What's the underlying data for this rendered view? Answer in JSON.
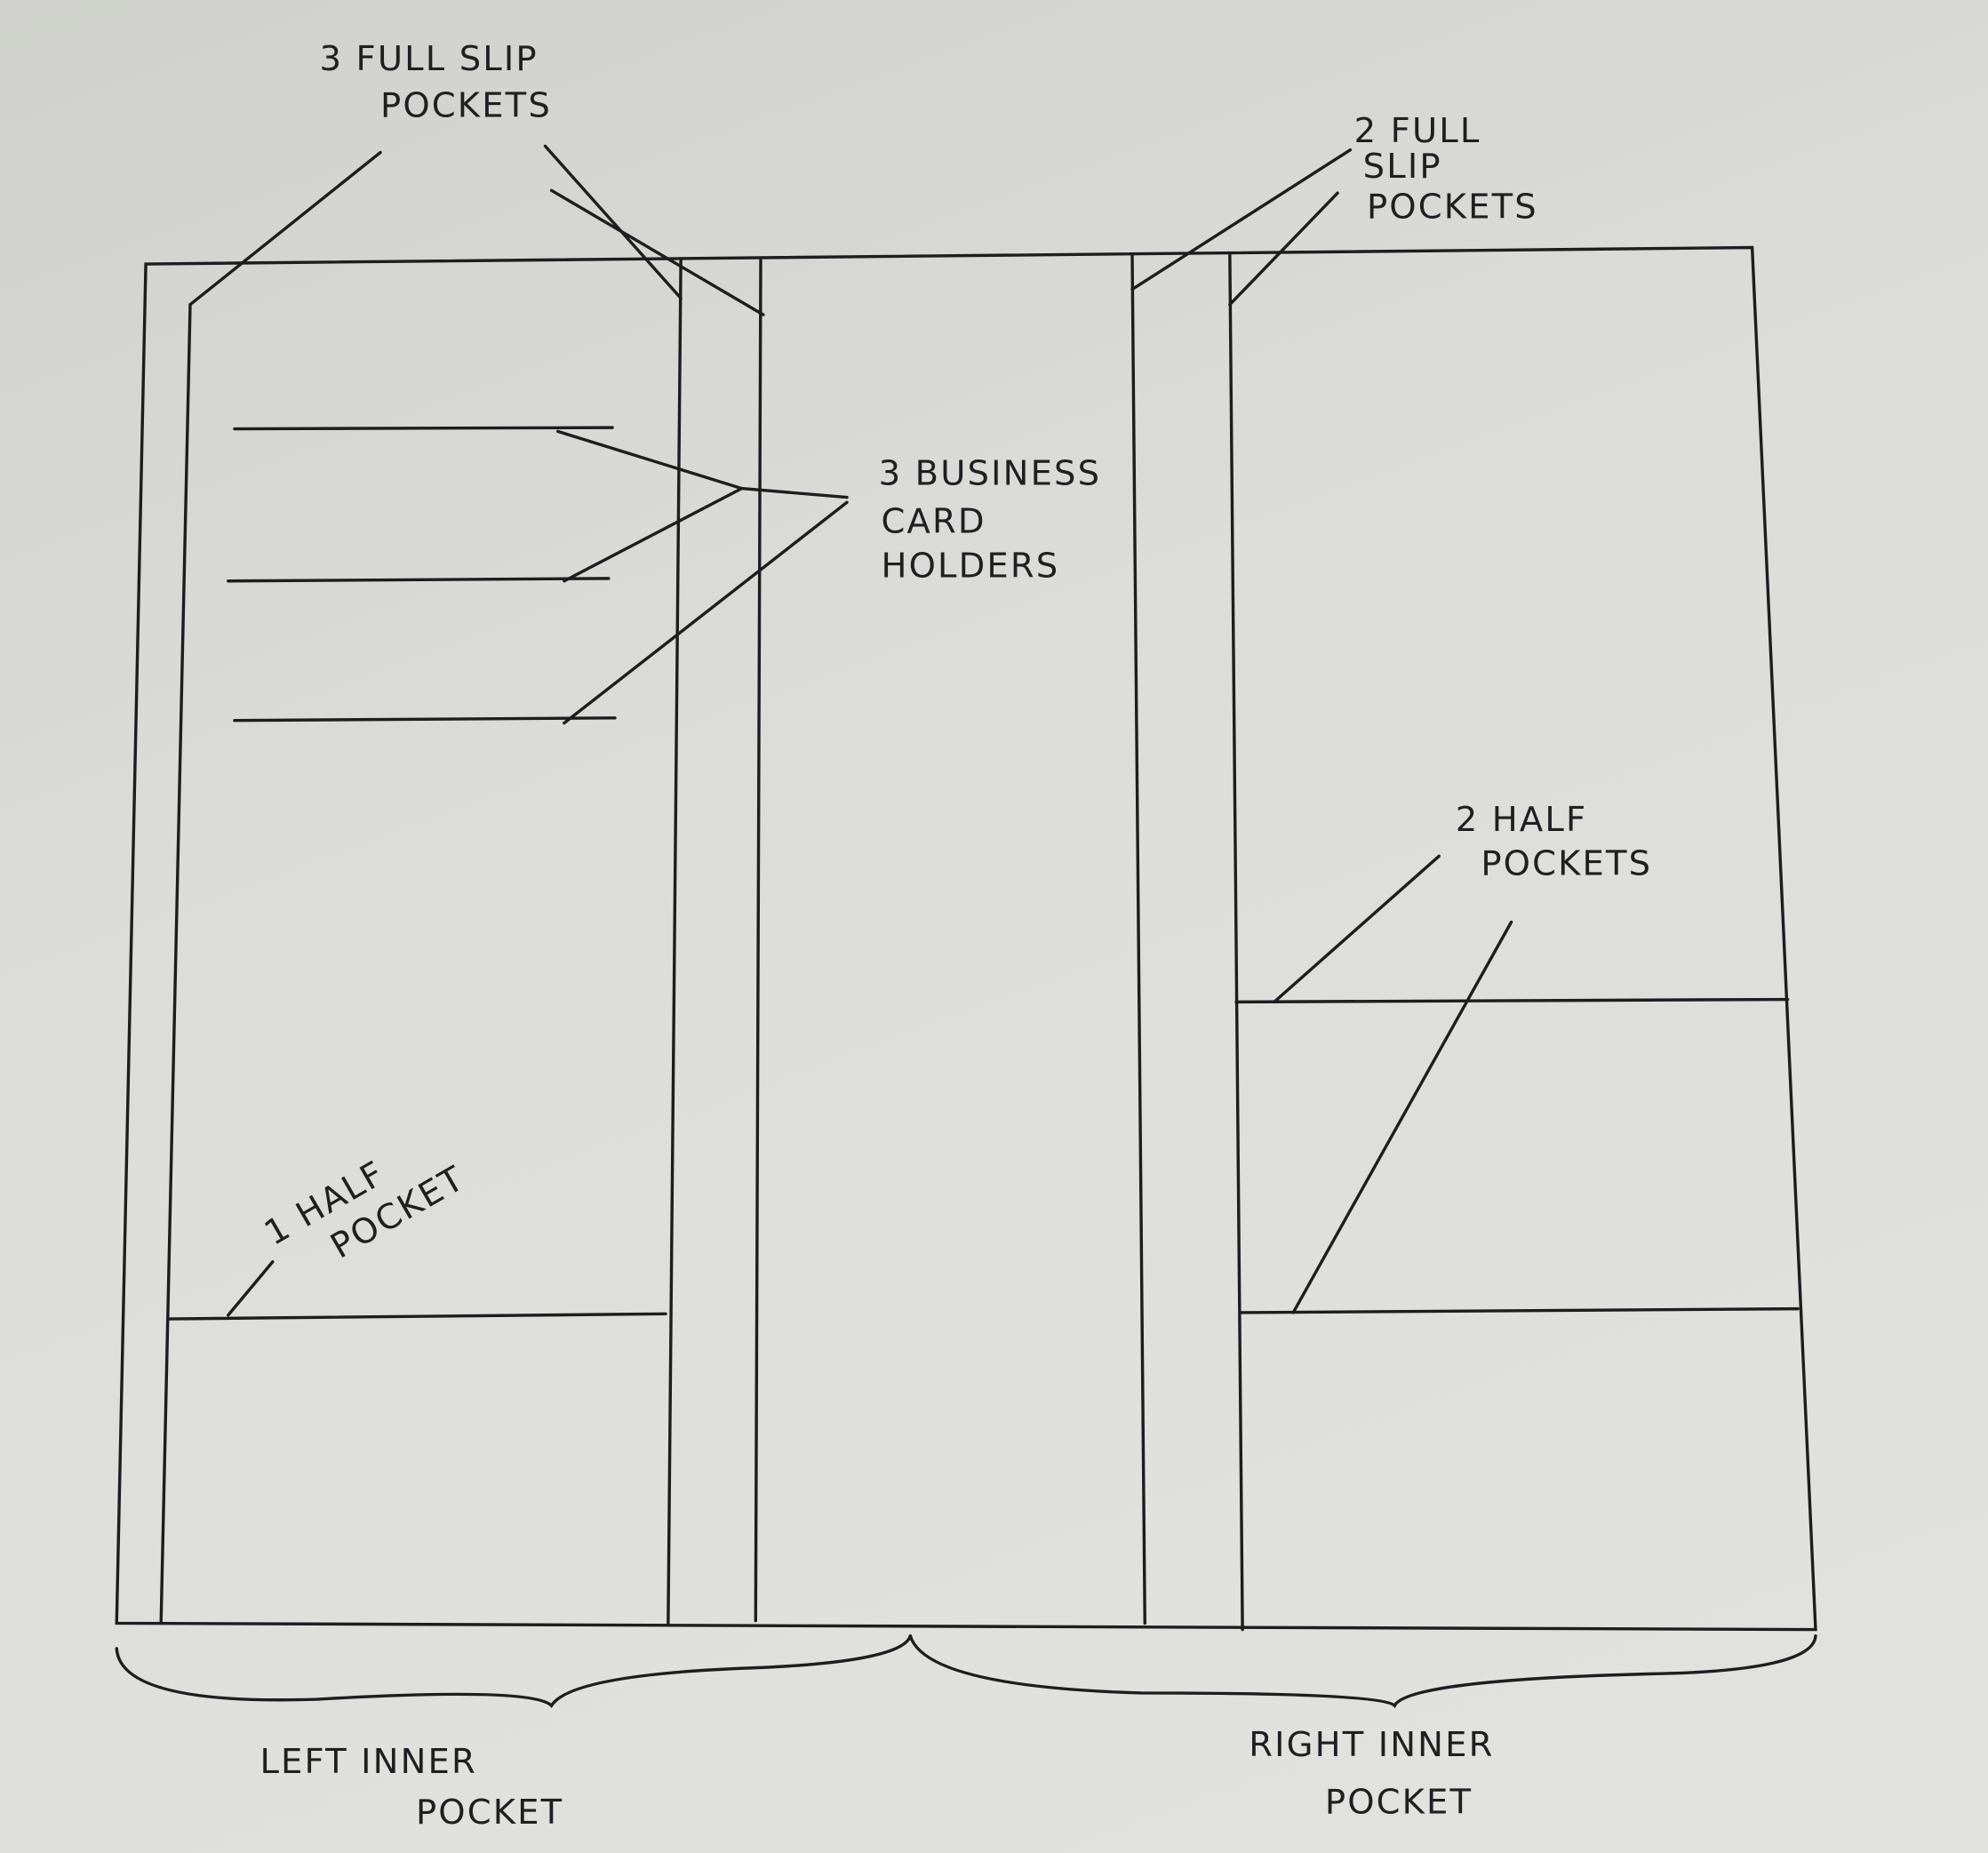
{
  "labels": {
    "full_slip_left_1": "3 FULL SLIP",
    "full_slip_left_2": "POCKETS",
    "full_slip_right_1": "2 FULL",
    "full_slip_right_2": "SLIP",
    "full_slip_right_3": "POCKETS",
    "business_1": "3 BUSINESS",
    "business_2": "CARD",
    "business_3": "HOLDERS",
    "half_left_1": "1 HALF",
    "half_left_2": "POCKET",
    "half_right_1": "2 HALF",
    "half_right_2": "POCKETS",
    "left_inner_1": "LEFT INNER",
    "left_inner_2": "POCKET",
    "right_inner_1": "RIGHT INNER",
    "right_inner_2": "POCKET"
  }
}
